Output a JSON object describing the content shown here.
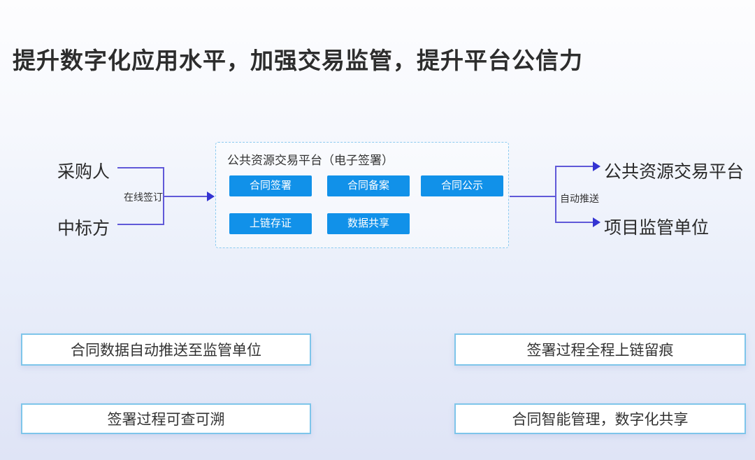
{
  "title": "提升数字化应用水平，加强交易监管，提升平台公信力",
  "flow": {
    "left_actors": {
      "purchaser": "采购人",
      "bidder": "中标方"
    },
    "left_arrow_label": "在线签订",
    "platform": {
      "title": "公共资源交易平台（电子签署）",
      "modules": [
        "合同签署",
        "合同备案",
        "合同公示",
        "上链存证",
        "数据共享"
      ]
    },
    "right_arrow_label": "自动推送",
    "right_targets": {
      "platform": "公共资源交易平台",
      "regulator": "项目监管单位"
    }
  },
  "benefits": [
    "合同数据自动推送至监管单位",
    "签署过程全程上链留痕",
    "签署过程可查可溯",
    "合同智能管理，数字化共享"
  ],
  "colors": {
    "accent_blue": "#1191e9",
    "connector_purple": "#6059d8",
    "arrowhead_blue": "#3434d2",
    "box_border_light_blue": "#7ec5ea",
    "dashed_border_blue": "#8ccbf0",
    "title_text": "#2d2d2d",
    "background_bottom": "#dfe4f6"
  }
}
